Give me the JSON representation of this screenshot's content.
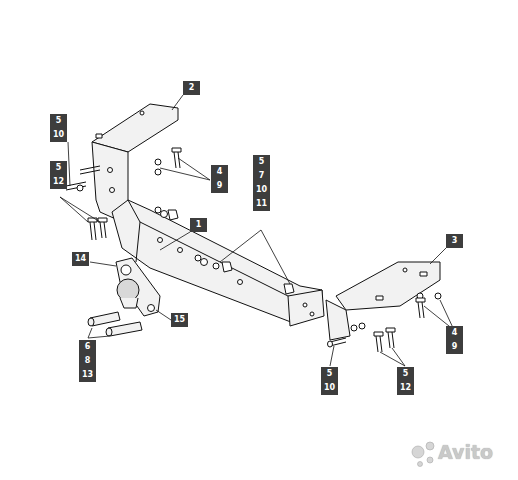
{
  "diagram": {
    "labels": [
      "2",
      "5",
      "10",
      "5",
      "12",
      "5",
      "7",
      "10",
      "11",
      "4",
      "9",
      "1",
      "3",
      "14",
      "15",
      "4",
      "9",
      "6",
      "8",
      "13",
      "5",
      "10",
      "5",
      "12",
      "Avito"
    ]
  }
}
